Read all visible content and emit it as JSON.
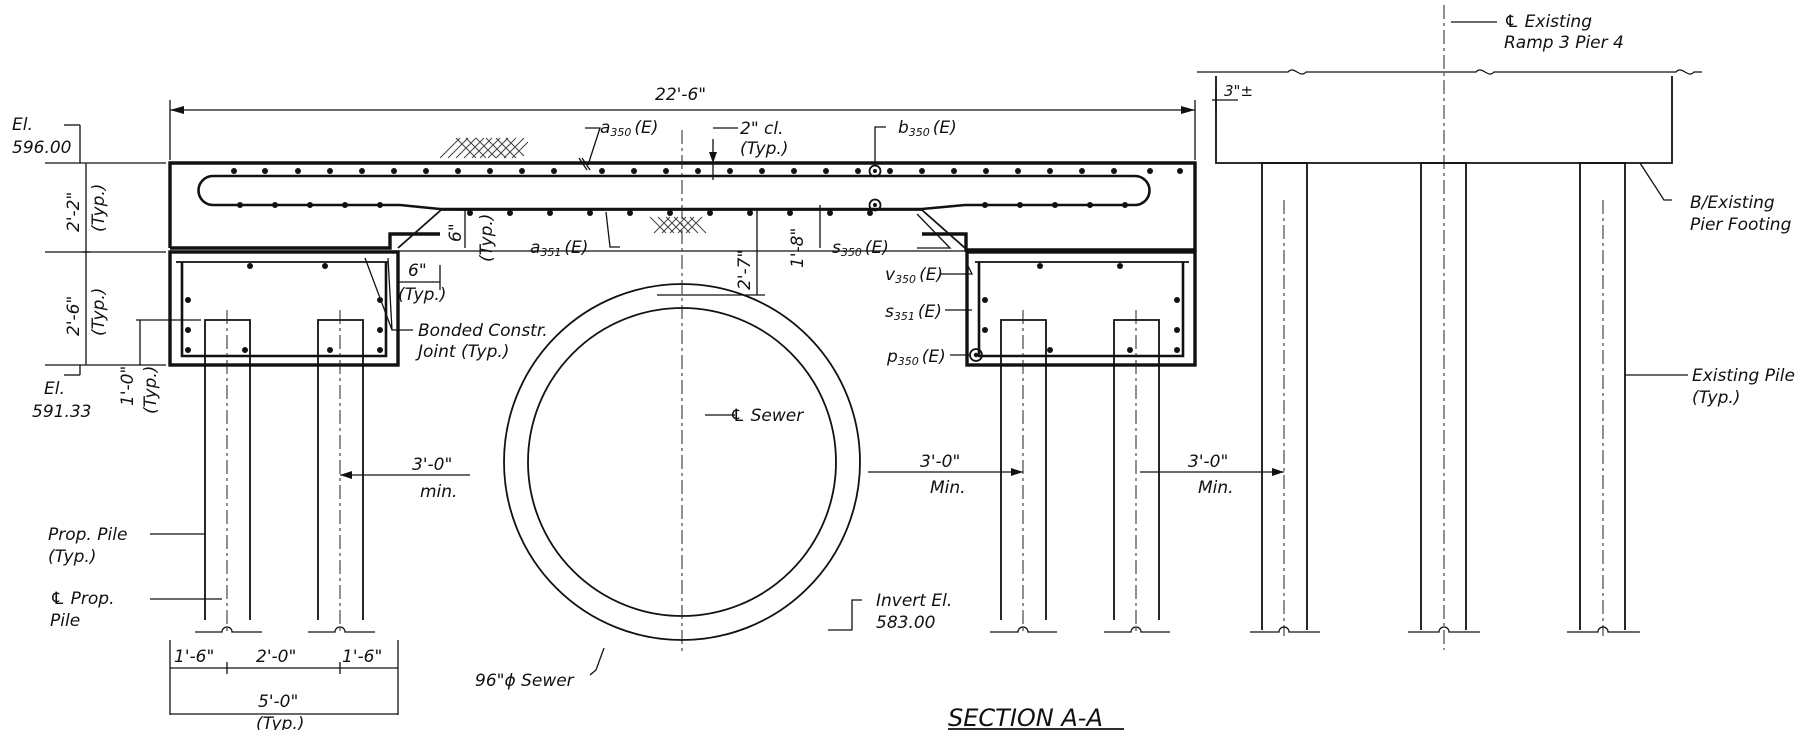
{
  "section_title": "SECTION A-A",
  "dimensions": {
    "overall_width": "22'-6\"",
    "top_slab_depth": "2'-2\"",
    "footing_depth": "2'-6\"",
    "pile_embed": "1'-0\"",
    "haunch_v": "6\"",
    "haunch_h": "6\"",
    "cover_clear": "2\" cl.",
    "depth_2_7": "2'-7\"",
    "depth_1_8": "1'-8\"",
    "edge_left": "1'-6\"",
    "pile_spacing": "2'-0\"",
    "edge_right": "1'-6\"",
    "footing_width": "5'-0\"",
    "clearance_left": "3'-0\"",
    "clearance_mid": "3'-0\"",
    "clearance_right": "3'-0\"",
    "gap_existing": "3\"±"
  },
  "typ": "(Typ.)",
  "min_lower": "min.",
  "min_upper": "Min.",
  "elevations": {
    "top_prefix": "El.",
    "top_value": "596.00",
    "bottom_prefix": "El.",
    "bottom_value": "591.33",
    "invert_label": "Invert El.",
    "invert_value": "583.00"
  },
  "bars": {
    "a350_main": "a",
    "a350_sub": "350",
    "a350_suffix": "(E)",
    "b350_main": "b",
    "b350_sub": "350",
    "b350_suffix": "(E)",
    "a351_main": "a",
    "a351_sub": "351",
    "a351_suffix": "(E)",
    "s350_main": "s",
    "s350_sub": "350",
    "s350_suffix": "(E)",
    "v350_main": "v",
    "v350_sub": "350",
    "v350_suffix": "(E)",
    "s351_main": "s",
    "s351_sub": "351",
    "s351_suffix": "(E)",
    "p350_main": "p",
    "p350_sub": "350",
    "p350_suffix": "(E)"
  },
  "labels": {
    "bonded_joint_1": "Bonded Constr.",
    "bonded_joint_2": "Joint (Typ.)",
    "sewer_cl": "℄ Sewer",
    "sewer_size": "96\"ϕ Sewer",
    "prop_pile_1": "Prop. Pile",
    "prop_pile_2": "(Typ.)",
    "cl_prop_pile_1": "℄ Prop.",
    "cl_prop_pile_2": "Pile",
    "existing_cl_1": "℄ Existing",
    "existing_cl_2": "Ramp 3 Pier 4",
    "existing_footing_1": "B/Existing",
    "existing_footing_2": "Pier Footing",
    "existing_pile_1": "Existing Pile",
    "existing_pile_2": "(Typ.)"
  }
}
